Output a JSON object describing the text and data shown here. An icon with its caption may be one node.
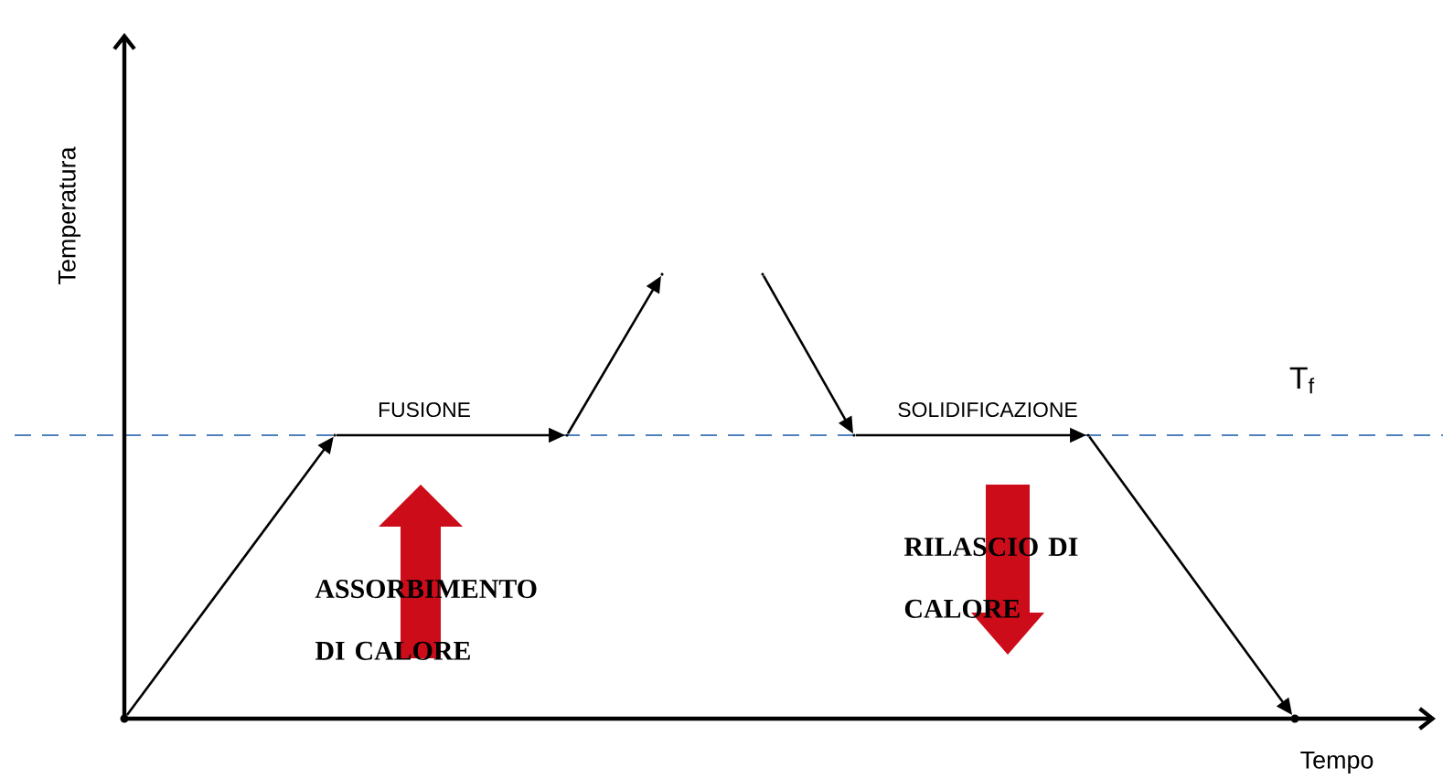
{
  "diagram": {
    "nodes": [
      {
        "text": [],
        "shape": "point"
      },
      {
        "text": [],
        "shape": "point"
      },
      {
        "text": [],
        "shape": "point"
      },
      {
        "text": [],
        "shape": "point"
      },
      {
        "text": [],
        "shape": "point"
      },
      {
        "text": [],
        "shape": "point"
      },
      {
        "text": [],
        "shape": "point"
      },
      {
        "text": [],
        "shape": "point"
      }
    ],
    "edges": [
      {
        "from": 0,
        "to": 1,
        "arrow": "to"
      },
      {
        "from": 1,
        "to": 2,
        "arrow": "to",
        "label": "FUSIONE"
      },
      {
        "from": 2,
        "to": 3,
        "arrow": "to"
      },
      {
        "from": 4,
        "to": 5,
        "arrow": "to"
      },
      {
        "from": 5,
        "to": 6,
        "arrow": "to",
        "label": "SOLIDIFICAZIONE"
      },
      {
        "from": 6,
        "to": 7,
        "arrow": "to"
      }
    ],
    "labels": [
      "Temperatura",
      "T$_{f}$",
      "ASSORBIMENTO DI CALORE",
      "RILASCIO DI CALORE",
      "Tempo"
    ]
  }
}
